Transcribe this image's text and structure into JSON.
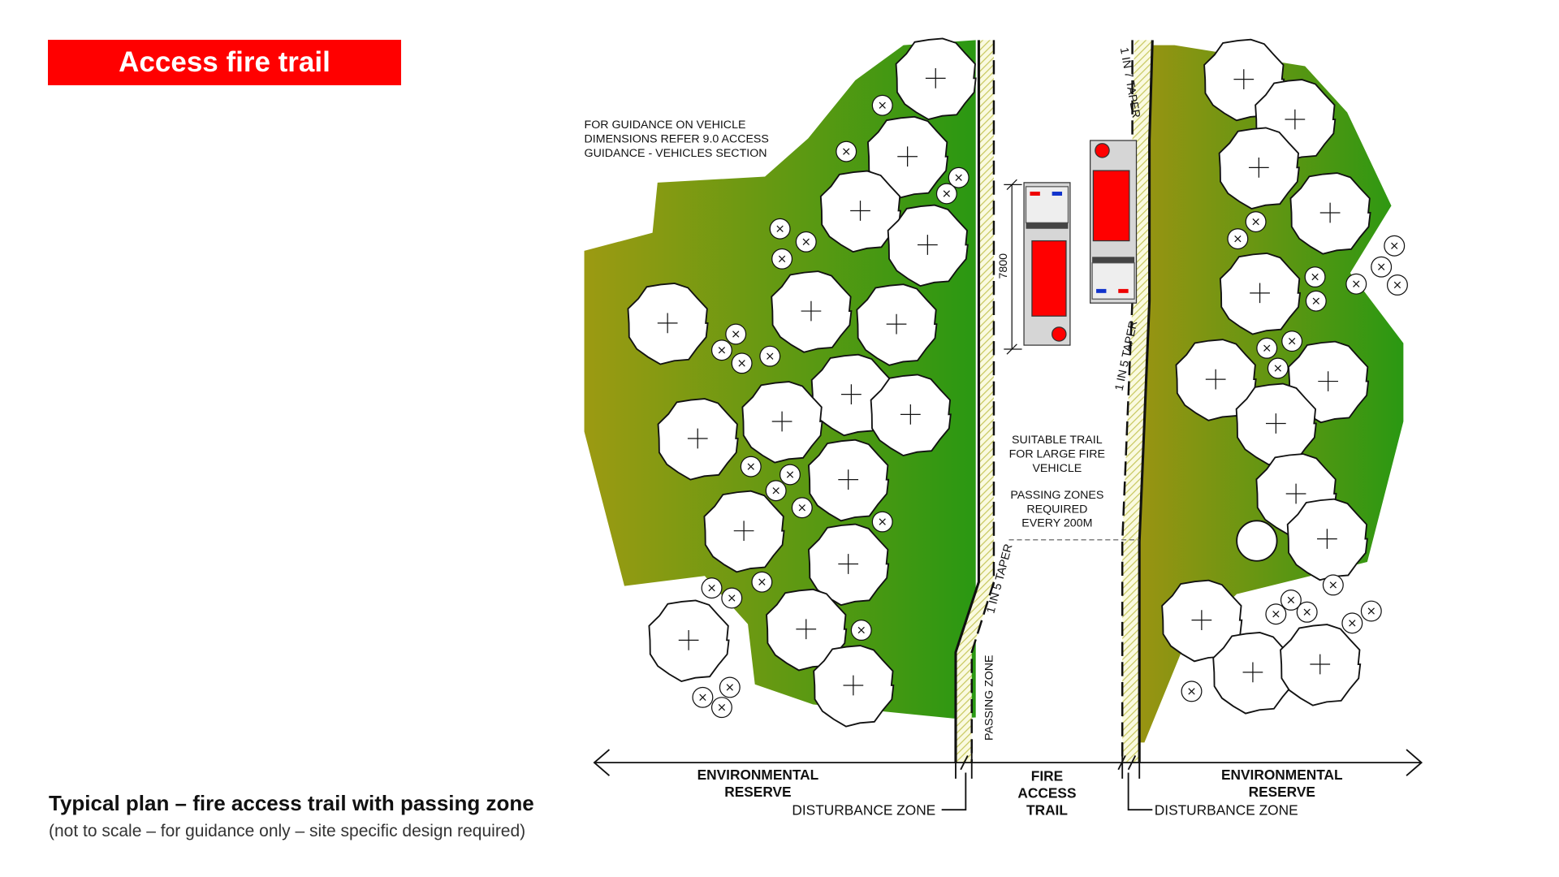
{
  "header": {
    "title": "Access fire trail"
  },
  "caption": {
    "title": "Typical plan – fire access trail with passing zone",
    "subtitle": "(not to scale – for guidance only – site specific design required)"
  },
  "diagram": {
    "guidance_note": [
      "FOR GUIDANCE ON VEHICLE",
      "DIMENSIONS REFER 9.0 ACCESS",
      "GUIDANCE - VEHICLES SECTION"
    ],
    "trail_note": [
      "SUITABLE TRAIL",
      "FOR LARGE FIRE",
      "VEHICLE"
    ],
    "passing_note": [
      "PASSING ZONES",
      "REQUIRED",
      "EVERY 200M"
    ],
    "dimension": "7800",
    "taper_top": "1 IN 7 TAPER",
    "taper_right": "1 IN 5 TAPER",
    "taper_left": "1 IN 5 TAPER",
    "passing_zone": "PASSING ZONE",
    "env_reserve_left": [
      "ENVIRONMENTAL",
      "RESERVE"
    ],
    "env_reserve_right": [
      "ENVIRONMENTAL",
      "RESERVE"
    ],
    "fire_access_trail": [
      "FIRE",
      "ACCESS",
      "TRAIL"
    ],
    "disturbance_left": "DISTURBANCE ZONE",
    "disturbance_right": "DISTURBANCE ZONE",
    "colors": {
      "vegetation_olive": "#9c9a12",
      "vegetation_green": "#2f9a12",
      "vehicle_red": "#ff0000",
      "title_red": "#ff0000"
    }
  }
}
